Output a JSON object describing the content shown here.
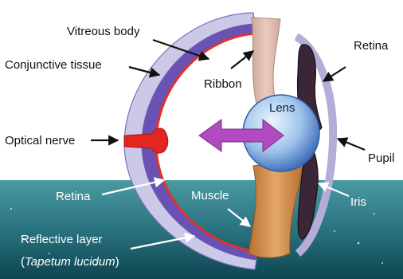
{
  "labels": {
    "vitreous_body": "Vitreous body",
    "conjunctive_tissue": "Conjunctive tissue",
    "optical_nerve": "Optical nerve",
    "retina_right": "Retina",
    "retina_left": "Retina",
    "ribbon": "Ribbon",
    "lens": "Lens",
    "pupil": "Pupil",
    "iris": "Iris",
    "muscle": "Muscle",
    "reflective_layer": "Reflective layer",
    "tapetum_open": "(",
    "tapetum_name": "Tapetum lucidum",
    "tapetum_close": ")"
  },
  "colors": {
    "background_top": "#ffffff",
    "sea_top": "#3f8f97",
    "sea_bottom": "#0f4a55",
    "outer_tissue": "#c9c4e6",
    "choroid": "#6a52b5",
    "retina_red": "#e0322b",
    "ribbon": "#d9b4a8",
    "lens_core": "#c9e2f7",
    "lens_edge": "#3f77c9",
    "muscle": "#d69a5a",
    "iris": "#3a2a3a",
    "arrow_magenta": "#b24bc1"
  },
  "icons": {
    "double_arrow": "double-headed-arrow-icon",
    "label_arrow": "arrow-icon"
  }
}
